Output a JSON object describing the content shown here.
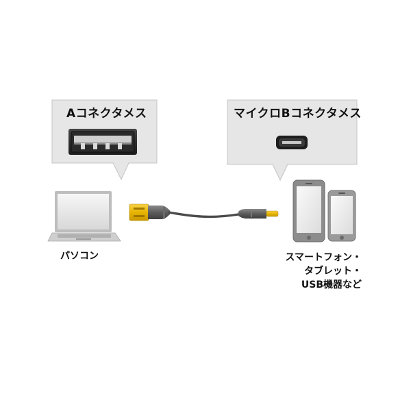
{
  "callouts": {
    "left_title": "Aコネクタメス",
    "right_title": "マイクロBコネクタメス"
  },
  "devices": {
    "pc_label": "パソコン",
    "mobile_label_line1": "スマートフォン・",
    "mobile_label_line2": "タブレット・",
    "mobile_label_line3": "USB機器など"
  },
  "icons": [
    "laptop-icon",
    "smartphone-icon",
    "usb-a-port-icon",
    "micro-b-port-icon",
    "usb-cable-icon"
  ],
  "colors": {
    "callout_bg": "#e6e6e6",
    "callout_border": "#c8c8c8",
    "connector_gold": "#f2c21a",
    "cable_dark": "#505050"
  }
}
